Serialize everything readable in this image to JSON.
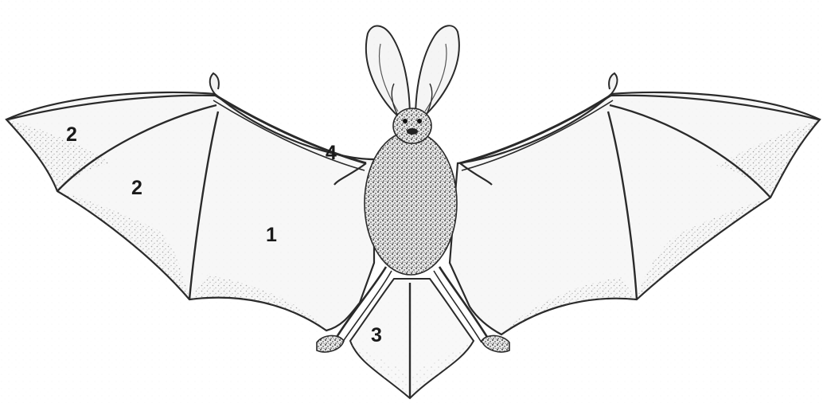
{
  "labels": [
    {
      "id": "upper-wing-tip",
      "text": "2"
    },
    {
      "id": "mid-wing",
      "text": "2"
    },
    {
      "id": "inner-wing",
      "text": "1"
    },
    {
      "id": "tail-membrane",
      "text": "3"
    },
    {
      "id": "forearm",
      "text": "4"
    }
  ]
}
